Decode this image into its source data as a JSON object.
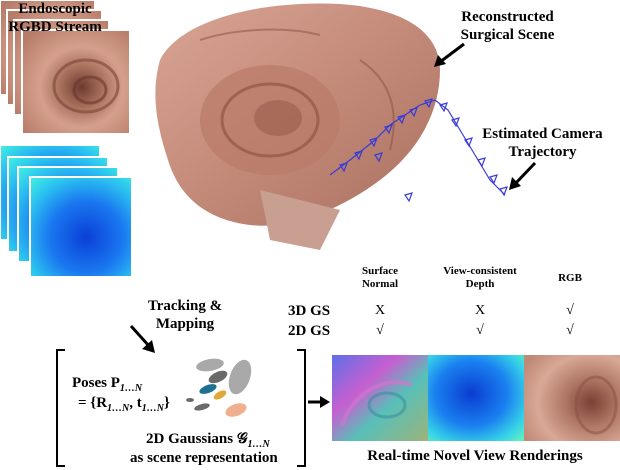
{
  "labels": {
    "reconstructed": "Reconstructed\nSurgical Scene",
    "trajectory": "Estimated Camera\nTrajectory",
    "stream": "Endoscopic\nRGBD Stream",
    "tracking": "Tracking &\nMapping",
    "renderings": "Real-time Novel View Renderings",
    "poses_line1": "Poses P",
    "poses_sub1": "1…N",
    "poses_line2_prefix": "= {R",
    "poses_sub2": "1…N",
    "poses_line2_mid": ", t",
    "poses_sub3": "1…N",
    "poses_line2_suffix": "}",
    "gaussians_prefix": "2D Gaussians 𝒢",
    "gaussians_sub": "1…N",
    "gaussians_line2": "as scene representation"
  },
  "table": {
    "columns": [
      "Surface\nNormal",
      "View-consistent\nDepth",
      "RGB"
    ],
    "rows": [
      {
        "label": "3D GS",
        "values": [
          "X",
          "X",
          "√"
        ]
      },
      {
        "label": "2D GS",
        "values": [
          "√",
          "√",
          "√"
        ]
      }
    ]
  },
  "colors": {
    "tissue": "#c8907f",
    "tissue_dark": "#8a4e40",
    "trajectory": "#3a3ad8",
    "depth_blue": "#1a6cf0",
    "depth_cyan": "#30e0f0"
  }
}
